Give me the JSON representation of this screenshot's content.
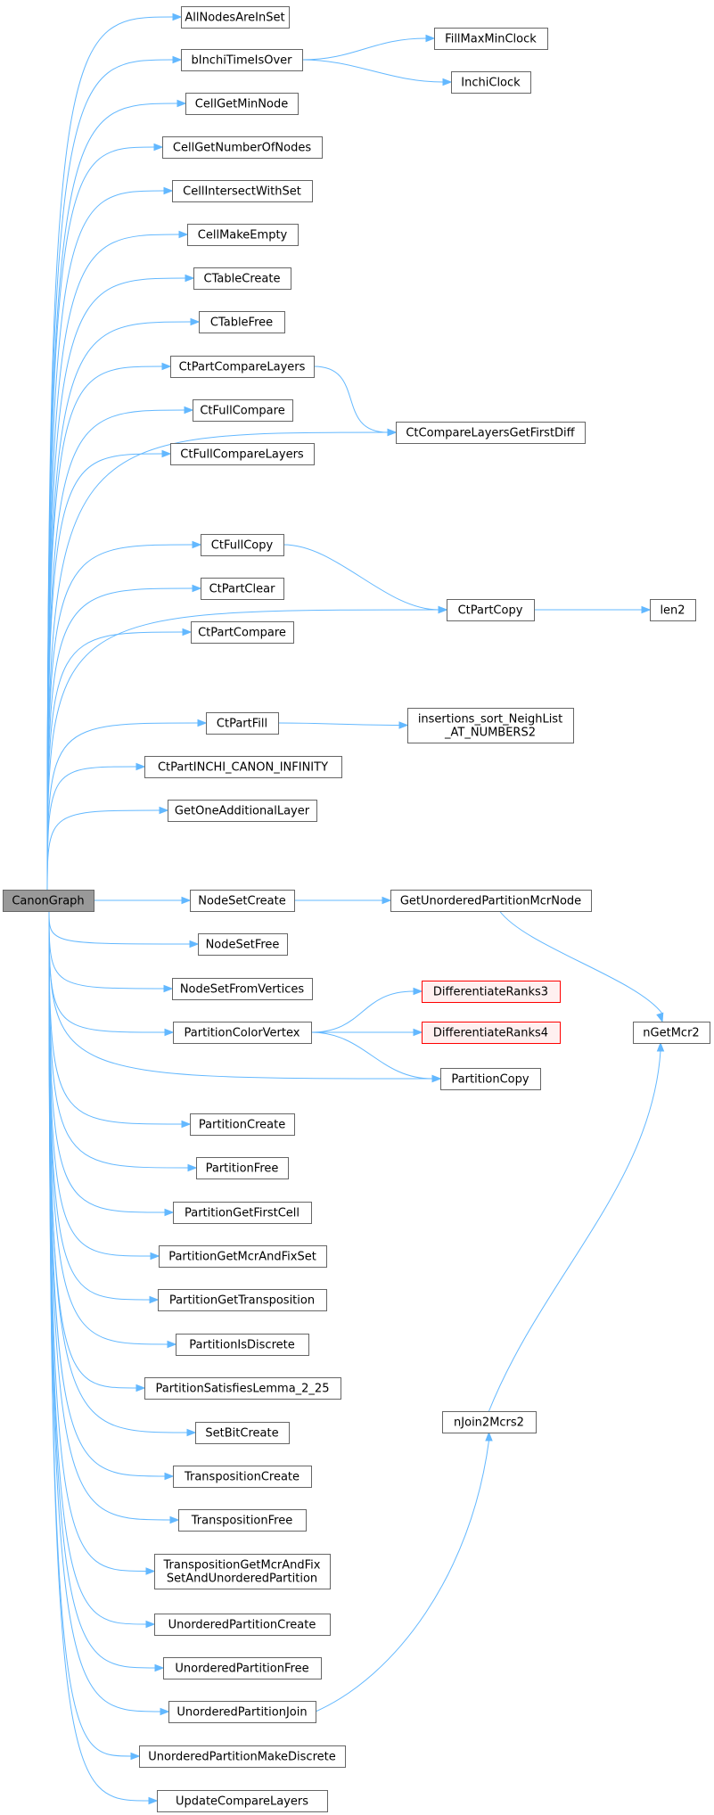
{
  "diagram": {
    "colors": {
      "edge": "#63b8ff",
      "node_border": "#666666",
      "root_fill": "#999999",
      "highlight_border": "#ff0000",
      "highlight_fill": "#fff0f0"
    },
    "nodes": [
      {
        "id": "canon",
        "lines": [
          "CanonGraph"
        ],
        "kind": "root"
      },
      {
        "id": "allnodes",
        "lines": [
          "AllNodesAreInSet"
        ]
      },
      {
        "id": "binchi",
        "lines": [
          "bInchiTimeIsOver"
        ]
      },
      {
        "id": "fillmax",
        "lines": [
          "FillMaxMinClock"
        ]
      },
      {
        "id": "inchiclock",
        "lines": [
          "InchiClock"
        ]
      },
      {
        "id": "cellminnode",
        "lines": [
          "CellGetMinNode"
        ]
      },
      {
        "id": "cellnum",
        "lines": [
          "CellGetNumberOfNodes"
        ]
      },
      {
        "id": "cellintersect",
        "lines": [
          "CellIntersectWithSet"
        ]
      },
      {
        "id": "cellempty",
        "lines": [
          "CellMakeEmpty"
        ]
      },
      {
        "id": "ctablecreate",
        "lines": [
          "CTableCreate"
        ]
      },
      {
        "id": "ctablefree",
        "lines": [
          "CTableFree"
        ]
      },
      {
        "id": "ctpartcmplayers",
        "lines": [
          "CtPartCompareLayers"
        ]
      },
      {
        "id": "ctcmplayersdiff",
        "lines": [
          "CtCompareLayersGetFirstDiff"
        ]
      },
      {
        "id": "ctfullcmp",
        "lines": [
          "CtFullCompare"
        ]
      },
      {
        "id": "ctfullcmplayers",
        "lines": [
          "CtFullCompareLayers"
        ]
      },
      {
        "id": "ctfullcopy",
        "lines": [
          "CtFullCopy"
        ]
      },
      {
        "id": "ctpartcopy",
        "lines": [
          "CtPartCopy"
        ]
      },
      {
        "id": "len2",
        "lines": [
          "len2"
        ]
      },
      {
        "id": "ctpartclear",
        "lines": [
          "CtPartClear"
        ]
      },
      {
        "id": "ctpartcmp",
        "lines": [
          "CtPartCompare"
        ]
      },
      {
        "id": "ctpartfill",
        "lines": [
          "CtPartFill"
        ]
      },
      {
        "id": "insertions",
        "lines": [
          "insertions_sort_NeighList",
          "_AT_NUMBERS2"
        ]
      },
      {
        "id": "ctpartinf",
        "lines": [
          "CtPartINCHI_CANON_INFINITY"
        ]
      },
      {
        "id": "getone",
        "lines": [
          "GetOneAdditionalLayer"
        ]
      },
      {
        "id": "getunordered",
        "lines": [
          "GetUnorderedPartitionMcrNode"
        ]
      },
      {
        "id": "ngetmcr2",
        "lines": [
          "nGetMcr2"
        ]
      },
      {
        "id": "nodesetcreate",
        "lines": [
          "NodeSetCreate"
        ]
      },
      {
        "id": "nodesetfree",
        "lines": [
          "NodeSetFree"
        ]
      },
      {
        "id": "nodesetfromv",
        "lines": [
          "NodeSetFromVertices"
        ]
      },
      {
        "id": "diffranks3",
        "lines": [
          "DifferentiateRanks3"
        ],
        "kind": "highlight"
      },
      {
        "id": "diffranks4",
        "lines": [
          "DifferentiateRanks4"
        ],
        "kind": "highlight"
      },
      {
        "id": "partcolor",
        "lines": [
          "PartitionColorVertex"
        ]
      },
      {
        "id": "partcopy",
        "lines": [
          "PartitionCopy"
        ]
      },
      {
        "id": "partcreate",
        "lines": [
          "PartitionCreate"
        ]
      },
      {
        "id": "partfree",
        "lines": [
          "PartitionFree"
        ]
      },
      {
        "id": "partfirstcell",
        "lines": [
          "PartitionGetFirstCell"
        ]
      },
      {
        "id": "partmcrfix",
        "lines": [
          "PartitionGetMcrAndFixSet"
        ]
      },
      {
        "id": "parttransp",
        "lines": [
          "PartitionGetTransposition"
        ]
      },
      {
        "id": "partdiscrete",
        "lines": [
          "PartitionIsDiscrete"
        ]
      },
      {
        "id": "partlemma",
        "lines": [
          "PartitionSatisfiesLemma_2_25"
        ]
      },
      {
        "id": "njoin2",
        "lines": [
          "nJoin2Mcrs2"
        ]
      },
      {
        "id": "setbit",
        "lines": [
          "SetBitCreate"
        ]
      },
      {
        "id": "transpcreate",
        "lines": [
          "TranspositionCreate"
        ]
      },
      {
        "id": "transpfree",
        "lines": [
          "TranspositionFree"
        ]
      },
      {
        "id": "transpmcr",
        "lines": [
          "TranspositionGetMcrAndFix",
          "SetAndUnorderedPartition"
        ]
      },
      {
        "id": "uopcreate",
        "lines": [
          "UnorderedPartitionCreate"
        ]
      },
      {
        "id": "uopfree",
        "lines": [
          "UnorderedPartitionFree"
        ]
      },
      {
        "id": "uopjoin",
        "lines": [
          "UnorderedPartitionJoin"
        ]
      },
      {
        "id": "uopdiscrete",
        "lines": [
          "UnorderedPartitionMakeDiscrete"
        ]
      },
      {
        "id": "updatecmp",
        "lines": [
          "UpdateCompareLayers"
        ]
      }
    ],
    "edges": [
      {
        "from": "canon",
        "to": "allnodes"
      },
      {
        "from": "canon",
        "to": "binchi"
      },
      {
        "from": "canon",
        "to": "cellminnode"
      },
      {
        "from": "canon",
        "to": "cellnum"
      },
      {
        "from": "canon",
        "to": "cellintersect"
      },
      {
        "from": "canon",
        "to": "cellempty"
      },
      {
        "from": "canon",
        "to": "ctablecreate"
      },
      {
        "from": "canon",
        "to": "ctablefree"
      },
      {
        "from": "canon",
        "to": "ctpartcmplayers"
      },
      {
        "from": "canon",
        "to": "ctfullcmp"
      },
      {
        "from": "canon",
        "to": "ctfullcmplayers"
      },
      {
        "from": "canon",
        "to": "ctcmplayersdiff"
      },
      {
        "from": "canon",
        "to": "ctfullcopy"
      },
      {
        "from": "canon",
        "to": "ctpartclear"
      },
      {
        "from": "canon",
        "to": "ctpartcmp"
      },
      {
        "from": "canon",
        "to": "ctpartcopy"
      },
      {
        "from": "canon",
        "to": "ctpartfill"
      },
      {
        "from": "canon",
        "to": "ctpartinf"
      },
      {
        "from": "canon",
        "to": "getone"
      },
      {
        "from": "canon",
        "to": "getunordered"
      },
      {
        "from": "canon",
        "to": "nodesetcreate"
      },
      {
        "from": "canon",
        "to": "nodesetfree"
      },
      {
        "from": "canon",
        "to": "nodesetfromv"
      },
      {
        "from": "canon",
        "to": "partcolor"
      },
      {
        "from": "canon",
        "to": "partcopy"
      },
      {
        "from": "canon",
        "to": "partcreate"
      },
      {
        "from": "canon",
        "to": "partfree"
      },
      {
        "from": "canon",
        "to": "partfirstcell"
      },
      {
        "from": "canon",
        "to": "partmcrfix"
      },
      {
        "from": "canon",
        "to": "parttransp"
      },
      {
        "from": "canon",
        "to": "partdiscrete"
      },
      {
        "from": "canon",
        "to": "partlemma"
      },
      {
        "from": "canon",
        "to": "setbit"
      },
      {
        "from": "canon",
        "to": "transpcreate"
      },
      {
        "from": "canon",
        "to": "transpfree"
      },
      {
        "from": "canon",
        "to": "transpmcr"
      },
      {
        "from": "canon",
        "to": "uopcreate"
      },
      {
        "from": "canon",
        "to": "uopfree"
      },
      {
        "from": "canon",
        "to": "uopjoin"
      },
      {
        "from": "canon",
        "to": "uopdiscrete"
      },
      {
        "from": "canon",
        "to": "updatecmp"
      },
      {
        "from": "binchi",
        "to": "fillmax"
      },
      {
        "from": "binchi",
        "to": "inchiclock"
      },
      {
        "from": "ctpartcmplayers",
        "to": "ctcmplayersdiff"
      },
      {
        "from": "ctfullcopy",
        "to": "ctpartcopy"
      },
      {
        "from": "ctpartcopy",
        "to": "len2"
      },
      {
        "from": "ctpartfill",
        "to": "insertions"
      },
      {
        "from": "getunordered",
        "to": "ngetmcr2"
      },
      {
        "from": "partcolor",
        "to": "diffranks3"
      },
      {
        "from": "partcolor",
        "to": "diffranks4"
      },
      {
        "from": "partcolor",
        "to": "partcopy"
      },
      {
        "from": "uopjoin",
        "to": "njoin2"
      },
      {
        "from": "njoin2",
        "to": "ngetmcr2"
      }
    ]
  }
}
